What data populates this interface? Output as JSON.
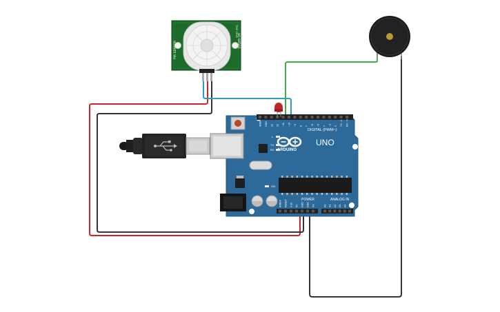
{
  "pir_sensor": {
    "label_side_1": "HC-SR501",
    "label_side_2": "PIR SENSOR",
    "label_side_3": "TIME  SENS"
  },
  "arduino": {
    "model_text": "UNO",
    "brand_text": "ARDUINO",
    "digital_header": "DIGITAL (PWM~)",
    "power_header": "POWER",
    "analog_header": "ANALOG IN",
    "tx": "TX",
    "rx": "RX",
    "l": "L",
    "on": "ON",
    "top_pins": [
      "AREF",
      "GND",
      "13",
      "12",
      "~11",
      "~10",
      "~9",
      "8",
      "7",
      "~6",
      "~5",
      "4",
      "~3",
      "2",
      "TX→1",
      "RX←0"
    ],
    "power_pins": [
      "IOREF",
      "RESET",
      "3.3V",
      "5V",
      "GND",
      "GND",
      "Vin"
    ],
    "analog_pins": [
      "A0",
      "A1",
      "A2",
      "A3",
      "A4",
      "A5"
    ]
  },
  "colors": {
    "board": "#2d6a9a",
    "sensor_pcb": "#1c6b2a",
    "wire_red": "#d02028",
    "wire_black": "#333333",
    "wire_blue": "#2b9cc7",
    "wire_green": "#3fae49",
    "led_red": "#c0262c"
  }
}
